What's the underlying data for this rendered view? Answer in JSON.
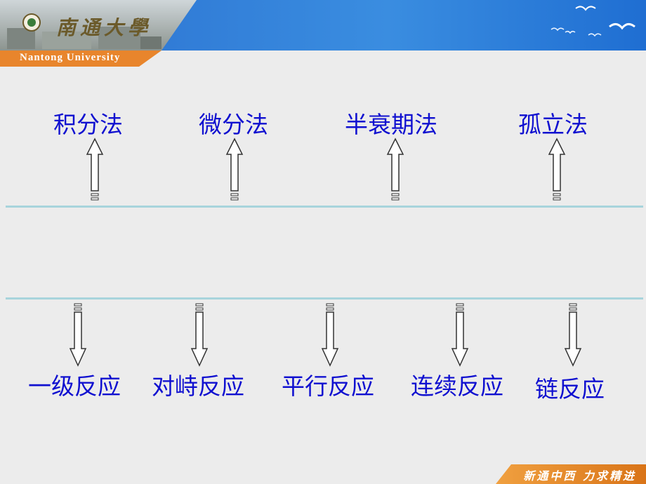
{
  "header": {
    "logo_cn": "南通大學",
    "logo_en": "Nantong   University"
  },
  "methods": [
    "积分法",
    "微分法",
    "半衰期法",
    "孤立法"
  ],
  "reactions": [
    "一级反应",
    "对峙反应",
    "平行反应",
    "连续反应",
    "链反应"
  ],
  "footer": {
    "motto": "新通中西 力求精进"
  },
  "colors": {
    "text_blue": "#1010d0",
    "line": "#a8d4dc",
    "header_blue": "#2c7fd6",
    "header_orange": "#e8852c",
    "background": "#ececec"
  }
}
